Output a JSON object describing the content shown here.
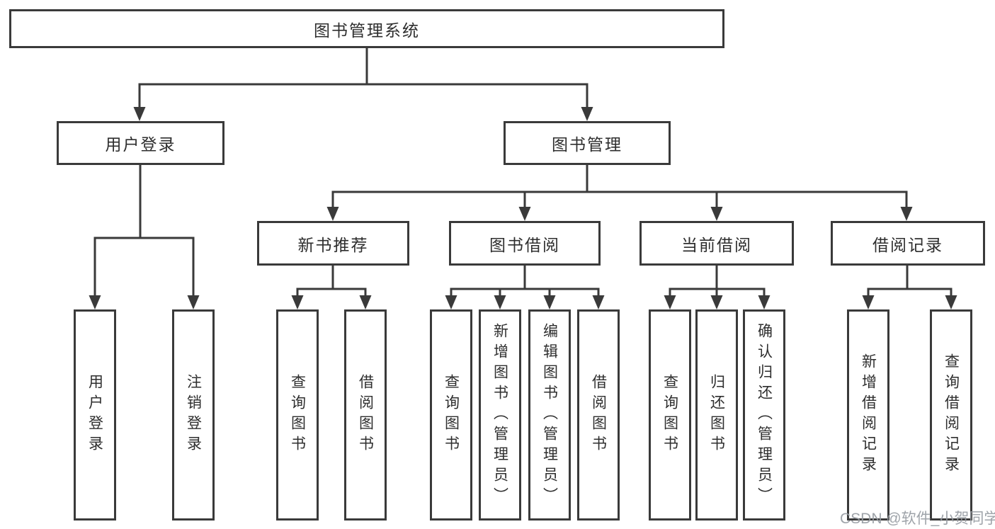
{
  "diagram": {
    "root": {
      "label": "图书管理系统",
      "children": [
        {
          "label": "用户登录",
          "children": [
            {
              "label": "用户登录"
            },
            {
              "label": "注销登录"
            }
          ]
        },
        {
          "label": "图书管理",
          "children": [
            {
              "label": "新书推荐",
              "children": [
                {
                  "label": "查询图书"
                },
                {
                  "label": "借阅图书"
                }
              ]
            },
            {
              "label": "图书借阅",
              "children": [
                {
                  "label": "查询图书"
                },
                {
                  "label": "新增图书（管理员）"
                },
                {
                  "label": "编辑图书（管理员）"
                },
                {
                  "label": "借阅图书"
                }
              ]
            },
            {
              "label": "当前借阅",
              "children": [
                {
                  "label": "查询图书"
                },
                {
                  "label": "归还图书"
                },
                {
                  "label": "确认归还（管理员）"
                }
              ]
            },
            {
              "label": "借阅记录",
              "children": [
                {
                  "label": "新增借阅记录"
                },
                {
                  "label": "查询借阅记录"
                }
              ]
            }
          ]
        }
      ]
    }
  },
  "watermark": {
    "text": "CSDN @软件_小贺同学"
  },
  "colors": {
    "line": "#3a3a3a",
    "text": "#2e2e2e",
    "watermark": "#969ba2",
    "background": "#ffffff"
  }
}
